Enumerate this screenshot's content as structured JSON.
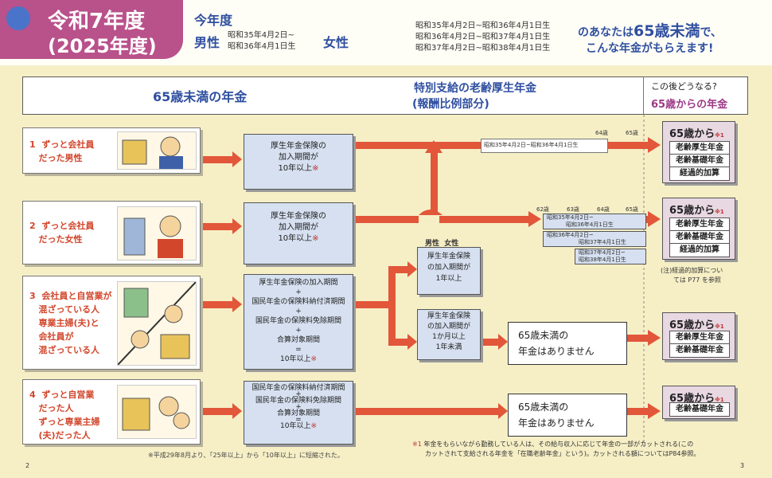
{
  "header": {
    "year_label": "令和7年度",
    "year_sub": "(2025年度)",
    "this_year": "今年度",
    "male": "男性",
    "male_birth_1": "昭和35年4月2日~",
    "male_birth_2": "昭和36年4月1日生",
    "female": "女性",
    "female_birth_1": "昭和35年4月2日~昭和36年4月1日生",
    "female_birth_2": "昭和36年4月2日~昭和37年4月1日生",
    "female_birth_3": "昭和37年4月2日~昭和38年4月1日生",
    "tagline_1_pre": "のあなたは",
    "tagline_1_em": "65歳未満",
    "tagline_1_post": "で、",
    "tagline_2": "こんな年金がもらえます!"
  },
  "columns": {
    "under65": "65歳未満の年金",
    "special_1": "特別支給の老齢厚生年金",
    "special_2": "(報酬比例部分)",
    "after_q": "この後どうなる?",
    "after_65": "65歳からの年金"
  },
  "rows": [
    {
      "num": "1",
      "lines": [
        "ずっと会社員",
        "だった男性"
      ]
    },
    {
      "num": "2",
      "lines": [
        "ずっと会社員",
        "だった女性"
      ]
    },
    {
      "num": "3",
      "lines": [
        "会社員と自営業が",
        "混ざっている人",
        "専業主婦(夫)と",
        "会社員が",
        "混ざっている人"
      ]
    },
    {
      "num": "4",
      "lines": [
        "ずっと自営業",
        "だった人",
        "ずっと専業主婦",
        "(夫)だった人"
      ]
    }
  ],
  "conditions": {
    "c1": [
      "厚生年金保険の",
      "加入期間が",
      "10年以上"
    ],
    "c2": [
      "厚生年金保険の",
      "加入期間が",
      "10年以上"
    ],
    "c3": [
      "厚生年金保険の加入期間",
      "+",
      "国民年金の保険料納付済期間",
      "+",
      "国民年金の保険料免除期間",
      "+",
      "合算対象期間",
      "=",
      "10年以上"
    ],
    "c4": [
      "国民年金の保険料納付済期間",
      "+",
      "国民年金の保険料免除期間",
      "+",
      "合算対象期間",
      "=",
      "10年以上"
    ],
    "c5": [
      "厚生年金保険",
      "の加入期間が",
      "1年以上"
    ],
    "c6": [
      "厚生年金保険",
      "の加入期間が",
      "1か月以上",
      "1年未満"
    ],
    "male_lbl": "男性",
    "female_lbl": "女性",
    "note_mark": "※"
  },
  "timeline": {
    "age_64": "64歳",
    "age_65": "65歳",
    "age_62": "62歳",
    "age_63": "63歳",
    "age_64b": "64歳",
    "age_65b": "65歳",
    "male_range": "昭和35年4月2日~昭和36年4月1日生",
    "f1a": "昭和35年4月2日~",
    "f1b": "昭和36年4月1日生",
    "f2a": "昭和36年4月2日~",
    "f2b": "昭和37年4月1日生",
    "f3a": "昭和37年4月2日~",
    "f3b": "昭和38年4月1日生"
  },
  "none_box": {
    "l1": "65歳未満の",
    "l2": "年金はありません"
  },
  "results": {
    "from65": "65歳から",
    "mark": "※1",
    "kousei": "老齢厚生年金",
    "kiso": "老齢基礎年金",
    "kasan": "経過的加算",
    "note_1": "(注)経過的加算につい",
    "note_2": "ては P77 を参照"
  },
  "footer": {
    "left_note": "※平成29年8月より、「25年以上」から「10年以上」に短縮された。",
    "right_mark": "※1",
    "right_note_1": "年金をもらいながら勤務している人は、その給与収入に応じて年金の一部がカットされる(この",
    "right_note_2": "カットされて支給される年金を「在職老齢年金」という)。カットされる額についてはP84参照。",
    "page_left": "2",
    "page_right": "3"
  }
}
